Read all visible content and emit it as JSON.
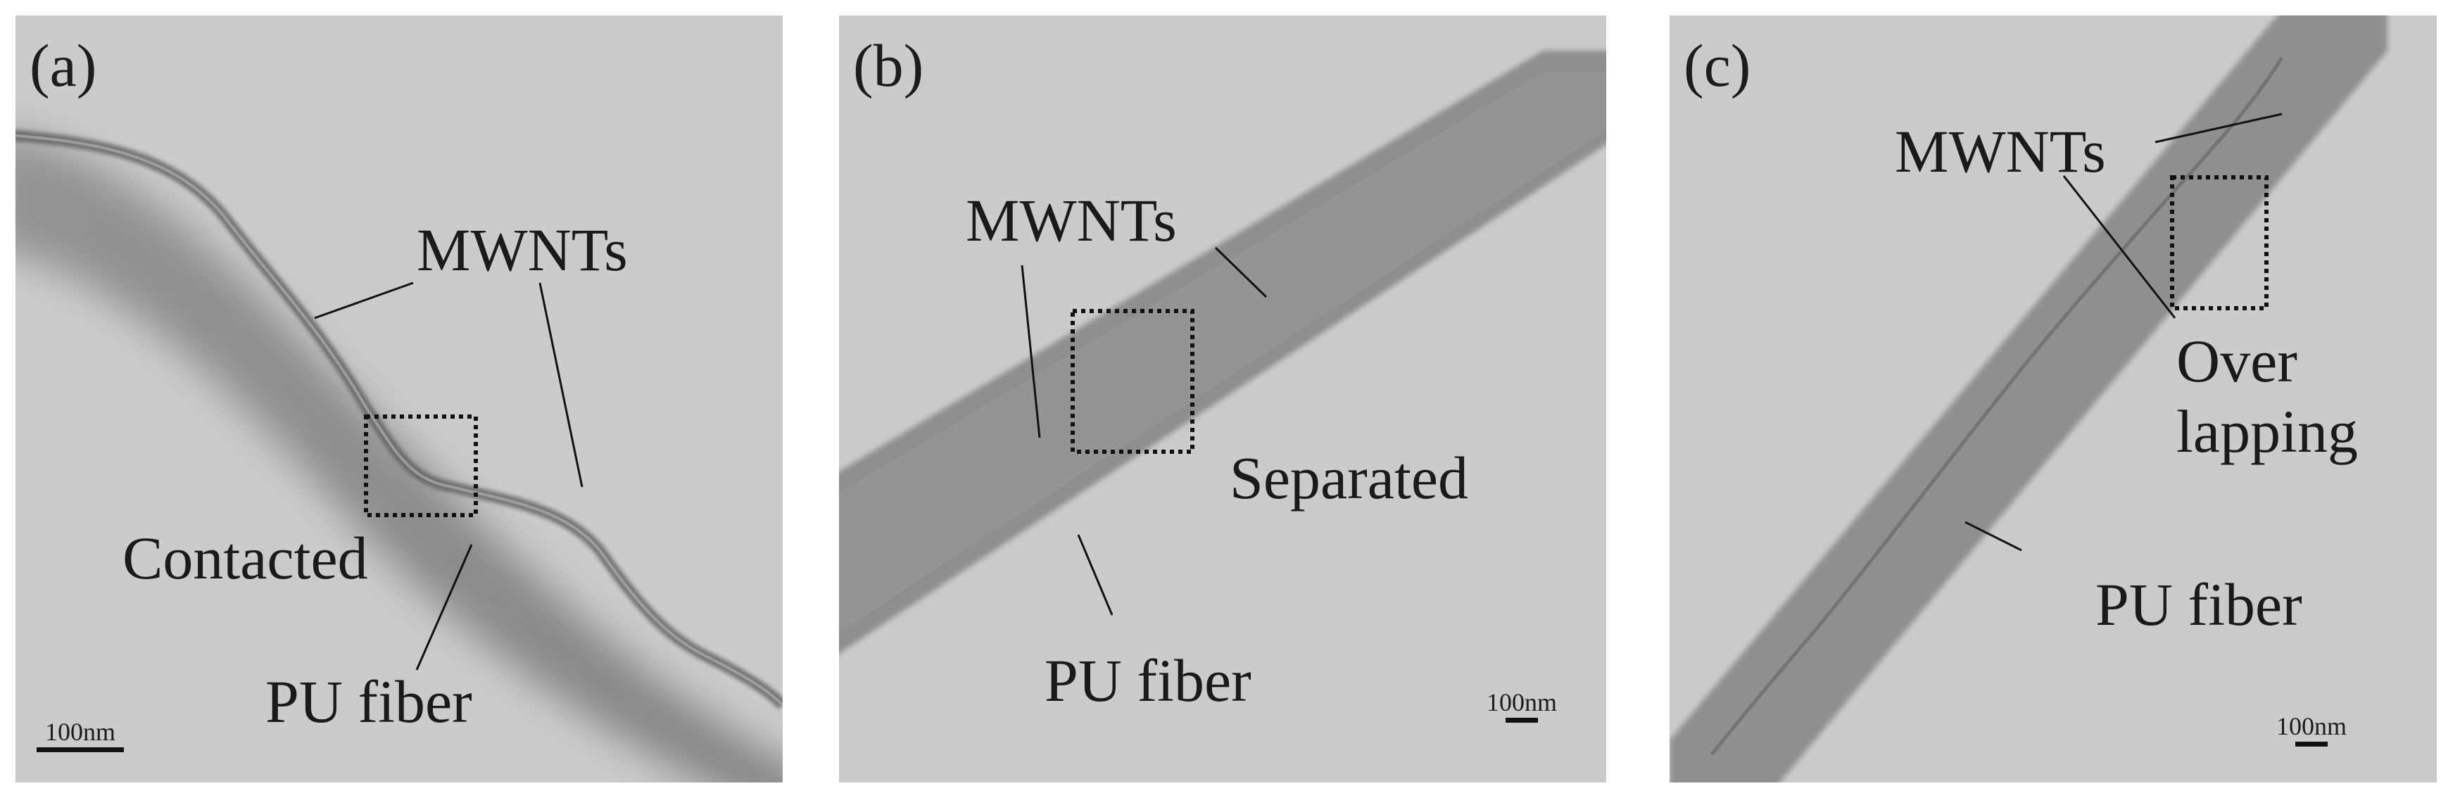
{
  "panels": [
    {
      "label": "(a)",
      "annotations": {
        "mwnts": "MWNTs",
        "contacted": "Contacted",
        "pu_fiber": "PU fiber"
      },
      "scale_bar": "100nm"
    },
    {
      "label": "(b)",
      "annotations": {
        "mwnts": "MWNTs",
        "separated": "Separated",
        "pu_fiber": "PU fiber"
      },
      "scale_bar": "100nm"
    },
    {
      "label": "(c)",
      "annotations": {
        "mwnts": "MWNTs",
        "overlapping_line1": "Over",
        "overlapping_line2": "lapping",
        "pu_fiber": "PU fiber"
      },
      "scale_bar": "100nm"
    }
  ],
  "colors": {
    "background": "#cbcbcb",
    "fiber": "#8c8c8c",
    "fiber_dark": "#6e6e6e",
    "text": "#1a1a1a"
  }
}
